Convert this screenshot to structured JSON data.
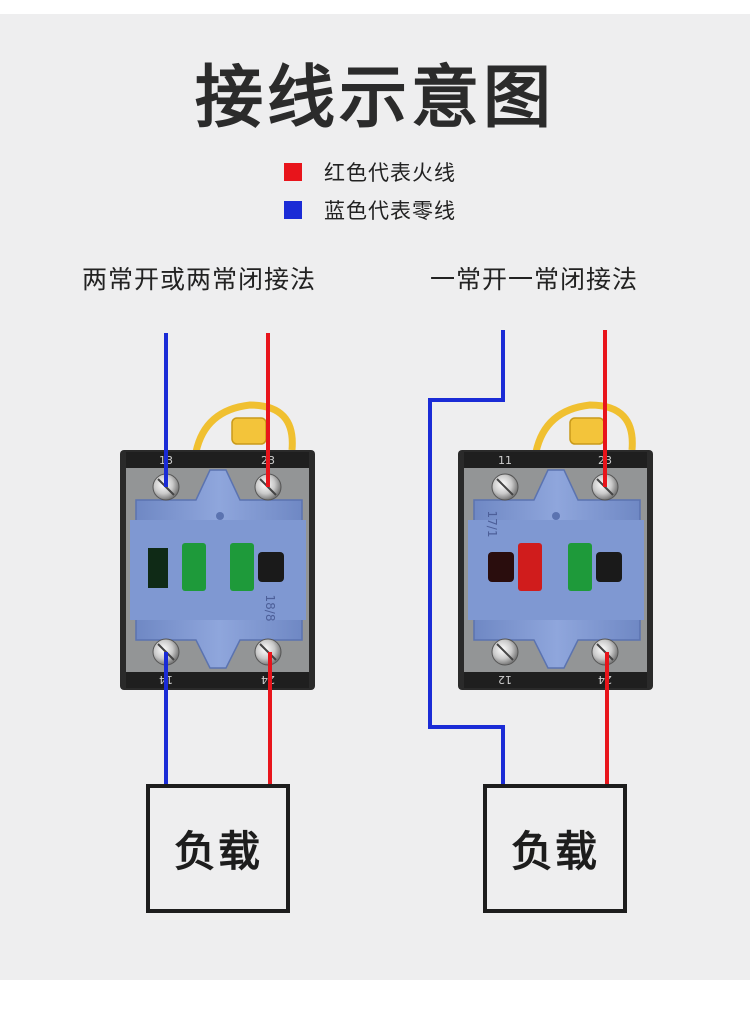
{
  "title": "接线示意图",
  "legend": [
    {
      "color": "#e8141b",
      "text": "红色代表火线"
    },
    {
      "color": "#1a2bd6",
      "text": "蓝色代表零线"
    }
  ],
  "left": {
    "heading": "两常开或两常闭接法",
    "terminals": {
      "top_left": "13",
      "top_right": "23",
      "bottom_left": "14",
      "bottom_right": "24"
    },
    "body_mark": "18/8",
    "load": "负载"
  },
  "right": {
    "heading": "一常开一常闭接法",
    "terminals": {
      "top_left": "11",
      "top_right": "23",
      "bottom_left": "12",
      "bottom_right": "24"
    },
    "body_mark": "17/1",
    "load": "负载"
  },
  "colors": {
    "live": "#e8141b",
    "neutral": "#1a2bd6",
    "switch_body": "#7e97cf",
    "led_green": "#1e9a3a",
    "led_red": "#d01c1c",
    "handle": "#f0c030"
  }
}
